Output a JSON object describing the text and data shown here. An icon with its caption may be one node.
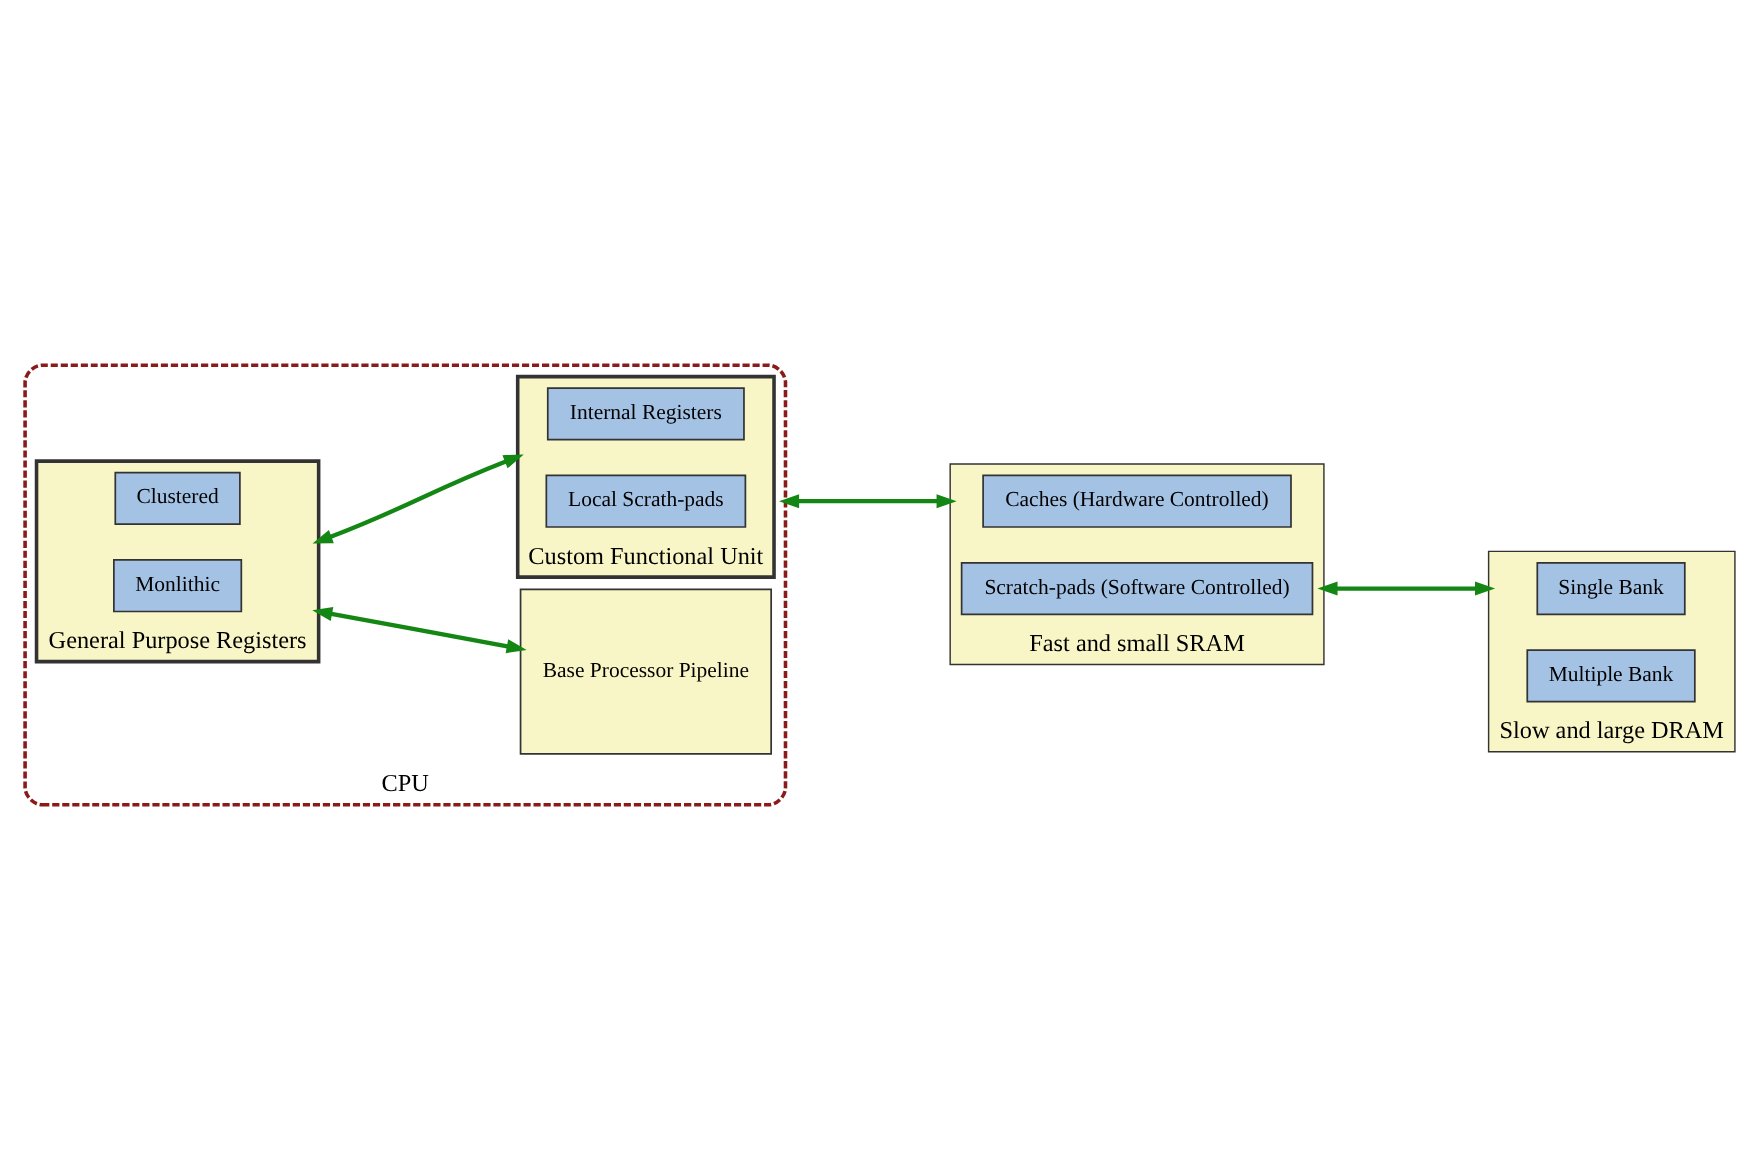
{
  "diagram": {
    "nodes": [
      {
        "text": [
          "CPU"
        ]
      },
      {
        "text": [
          "General Purpose Registers"
        ],
        "in": 0
      },
      {
        "text": [
          "Clustered"
        ],
        "in": 1
      },
      {
        "text": [
          "Monlithic"
        ],
        "in": 1
      },
      {
        "text": [
          "Base Processor Pipeline"
        ],
        "in": 0
      },
      {
        "text": [
          "Custom Functional Unit"
        ],
        "in": 0
      },
      {
        "text": [
          "Internal Registers"
        ],
        "in": 5
      },
      {
        "text": [
          "Local Scrath-pads"
        ],
        "in": 5
      },
      {
        "text": [
          "Fast and small SRAM"
        ]
      },
      {
        "text": [
          "Caches (Hardware Controlled)"
        ],
        "in": 8
      },
      {
        "text": [
          "Scratch-pads (Software Controlled)"
        ],
        "in": 8
      },
      {
        "text": [
          "Slow and large DRAM"
        ]
      },
      {
        "text": [
          "Single Bank"
        ],
        "in": 11
      },
      {
        "text": [
          "Multiple Bank"
        ],
        "in": 11
      }
    ],
    "edges": [
      {
        "from": 1,
        "to": 4,
        "arrow": "both",
        "color": "#138613"
      },
      {
        "from": 1,
        "to": 5,
        "arrow": "both",
        "color": "#138613"
      },
      {
        "from": 0,
        "to": 8,
        "arrow": "both",
        "color": "#138613"
      },
      {
        "from": 8,
        "to": 11,
        "arrow": "both",
        "color": "#138613"
      }
    ]
  }
}
